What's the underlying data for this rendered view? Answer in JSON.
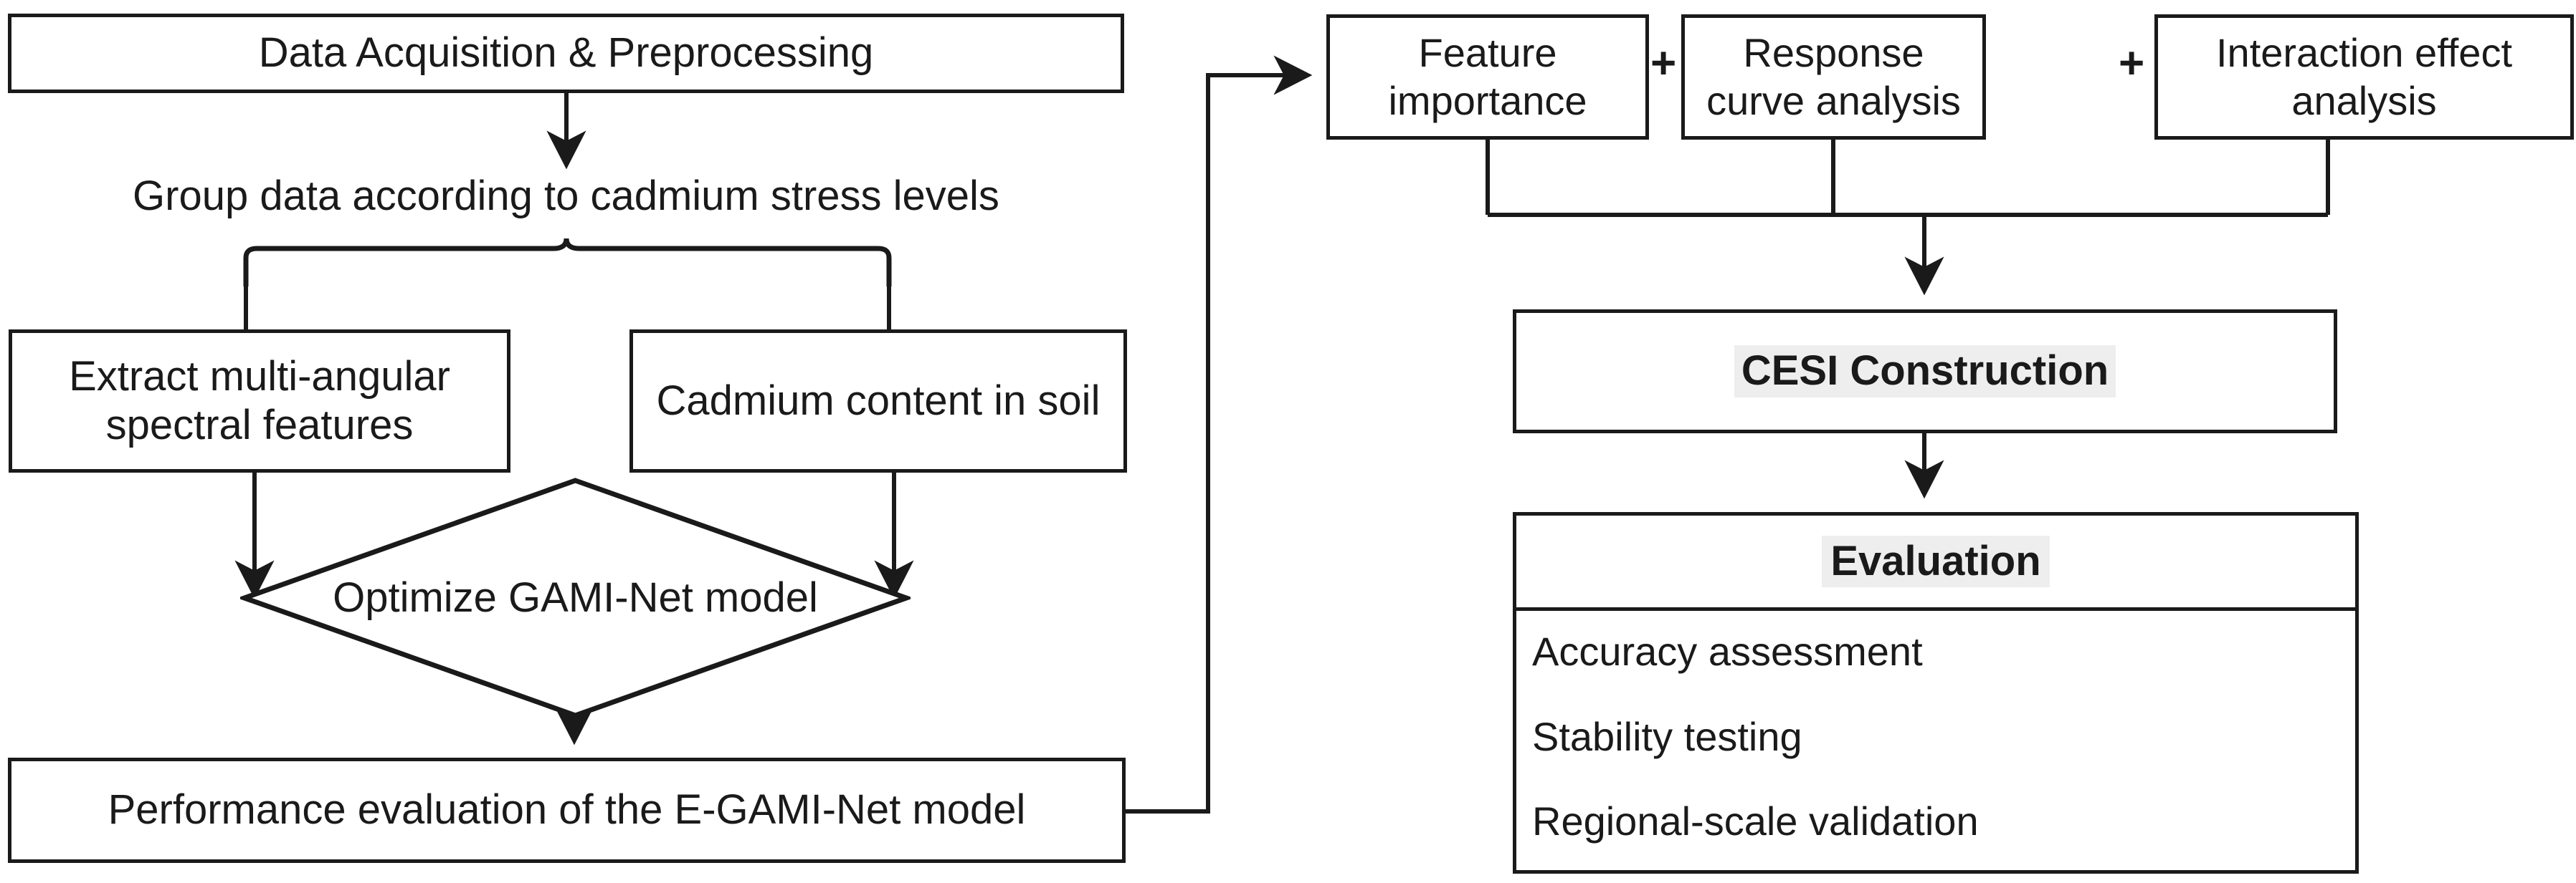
{
  "diagram": {
    "title": "E-GAMI-Net / CESI workflow flowchart",
    "style": {
      "line_color": "#1a1a1a",
      "box_fill": "#ffffff",
      "highlight_fill": "#eeeeee"
    }
  },
  "left_column": {
    "data_acquisition": "Data Acquisition & Preprocessing",
    "group_label": "Group data according to cadmium stress levels",
    "extract_features": "Extract multi-angular spectral features",
    "cadmium_content": "Cadmium content in soil",
    "optimize_model": "Optimize GAMI-Net model",
    "performance_evaluation": "Performance evaluation of the E-GAMI-Net model"
  },
  "right_column": {
    "analysis_boxes": [
      {
        "label": "Feature importance"
      },
      {
        "label": "Response curve analysis"
      },
      {
        "label": "Interaction effect analysis"
      }
    ],
    "operators": [
      "+",
      "+"
    ],
    "cesi_construction": "CESI Construction",
    "evaluation": {
      "heading": "Evaluation",
      "items": [
        "Accuracy assessment",
        "Stability testing",
        "Regional-scale validation"
      ]
    }
  }
}
